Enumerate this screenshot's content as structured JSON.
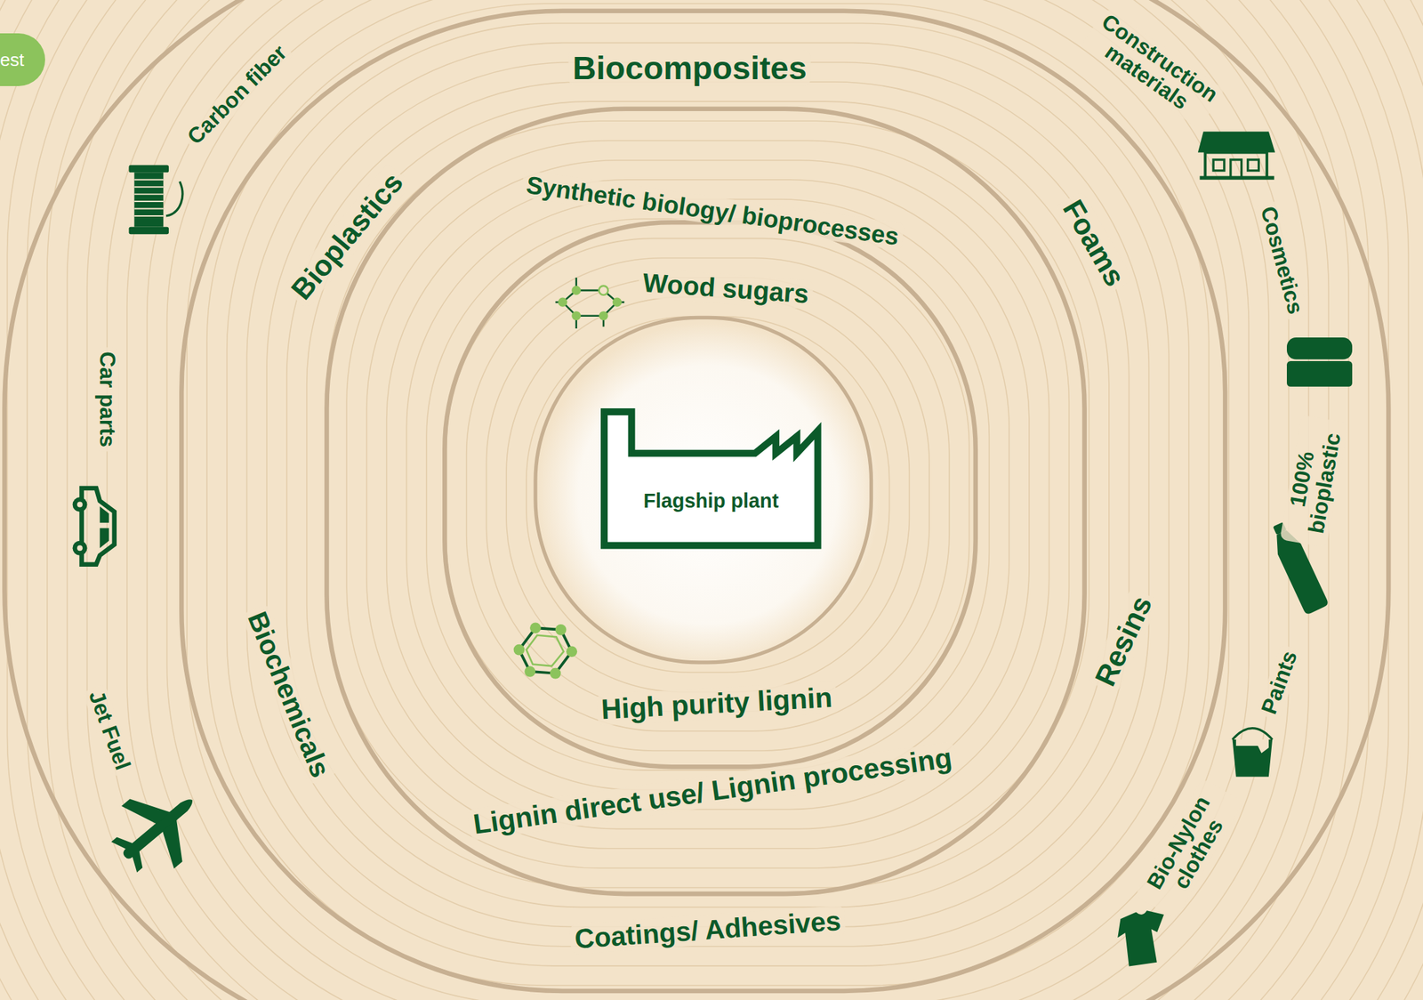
{
  "diagram": {
    "nodes": [
      {
        "text": [
          "Flagship plant"
        ]
      }
    ],
    "labels": [
      "est",
      "Carbon fiber",
      "Biocomposites",
      "Construction materials",
      "Bioplastics",
      "Synthetic biology/ bioprocesses",
      "Foams",
      "Cosmetics",
      "Wood sugars",
      "Car parts",
      "100% bioplastic",
      "Biochemicals",
      "Resins",
      "High purity lignin",
      "Lignin direct use/ Lignin processing",
      "Jet Fuel",
      "Paints",
      "Bio-Nylon clothes",
      "Coatings/ Adhesives"
    ]
  }
}
